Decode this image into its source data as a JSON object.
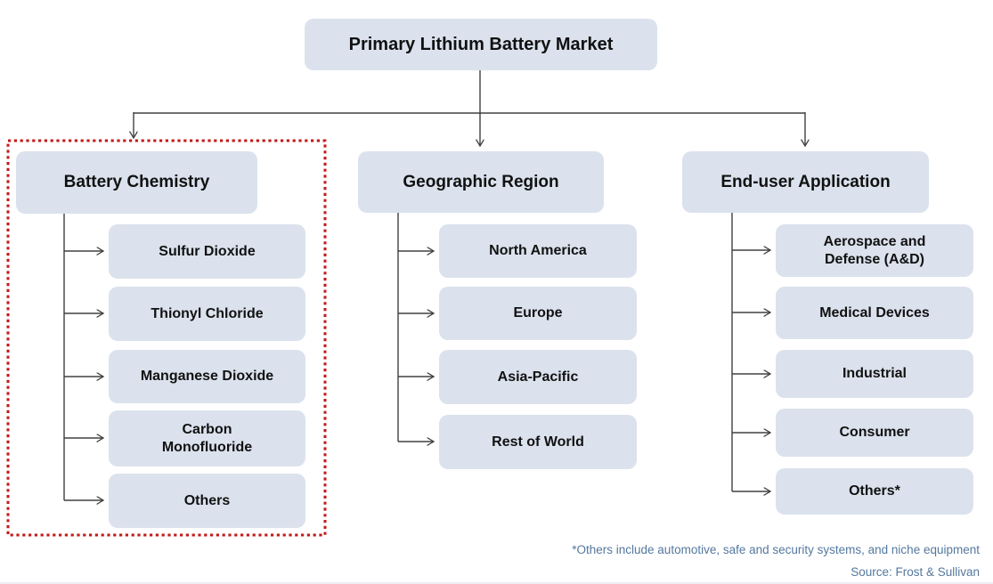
{
  "title": "Primary Lithium Battery Market",
  "columns": [
    {
      "header": "Battery Chemistry",
      "highlighted": true,
      "items": [
        "Sulfur Dioxide",
        "Thionyl Chloride",
        "Manganese Dioxide",
        "Carbon Monofluoride",
        "Others"
      ]
    },
    {
      "header": "Geographic Region",
      "highlighted": false,
      "items": [
        "North America",
        "Europe",
        "Asia-Pacific",
        "Rest of World"
      ]
    },
    {
      "header": "End-user Application",
      "highlighted": false,
      "items": [
        "Aerospace and Defense (A&D)",
        "Medical Devices",
        "Industrial",
        "Consumer",
        "Others*"
      ]
    }
  ],
  "footnote": "*Others include automotive, safe and security systems, and niche equipment",
  "source": "Source: Frost & Sullivan",
  "colors": {
    "node_fill": "#dbe2ed",
    "node_text": "#111111",
    "connector": "#404040",
    "highlight_border": "#c41818",
    "footnote_text": "#54789e"
  }
}
